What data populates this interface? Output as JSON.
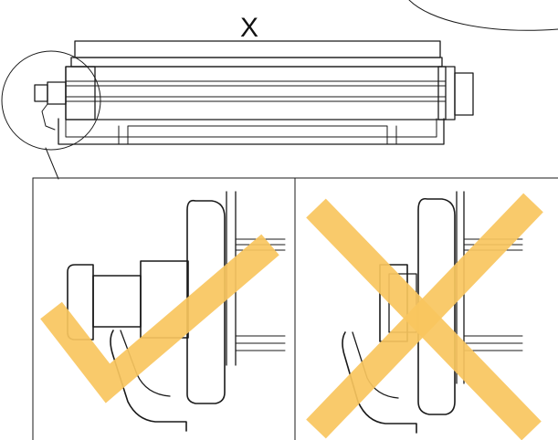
{
  "diagram": {
    "label": "X",
    "panels": [
      {
        "name": "correct",
        "mark": "checkmark-icon"
      },
      {
        "name": "incorrect",
        "mark": "cross-icon"
      }
    ],
    "colors": {
      "line": "#1a1a1a",
      "highlight": "#f9c55e",
      "background": "#ffffff"
    }
  }
}
